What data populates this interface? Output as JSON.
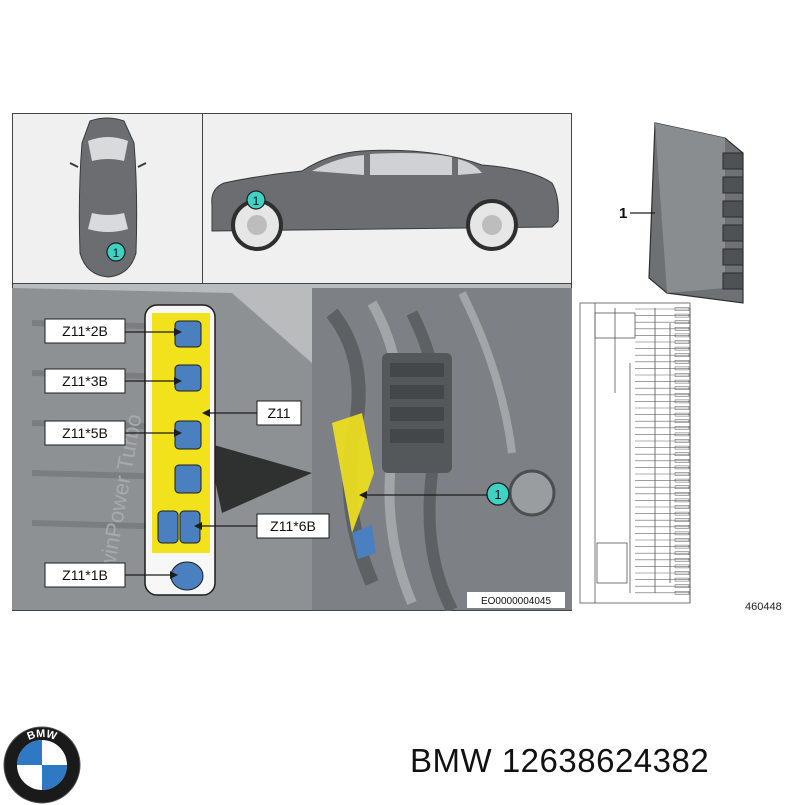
{
  "diagram": {
    "top_left_callout": "1",
    "top_right_callout": "1",
    "engine_callout": "1",
    "labels": {
      "z11_2b": "Z11*2B",
      "z11_3b": "Z11*3B",
      "z11_5b": "Z11*5B",
      "z11": "Z11",
      "z11_6b": "Z11*6B",
      "z11_1b": "Z11*1B"
    },
    "engine_cover_text": "TwinPower Turbo",
    "figure_code": "EO0000004045"
  },
  "side_panel": {
    "part_number_label": "1",
    "figure_id": "460448"
  },
  "footer": {
    "logo_text": "BMW",
    "brand": "BMW",
    "part_number": "12638624382"
  },
  "colors": {
    "callout_fill": "#3fd1c4",
    "highlight_yellow": "#f2e21c",
    "connector_blue": "#4a7fc0",
    "car_gray": "#6b6d70"
  }
}
